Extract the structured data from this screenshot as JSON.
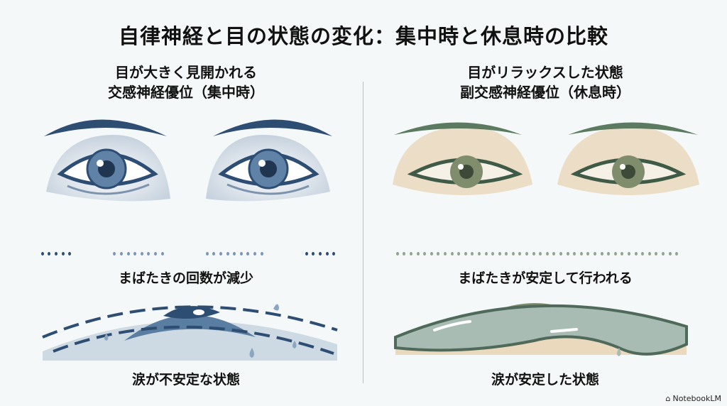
{
  "title": "自律神経と目の状態の変化：集中時と休息時の比較",
  "left": {
    "heading_line1": "目が大きく見開かれる",
    "heading_line2": "交感神経優位（集中時）",
    "blink_caption": "まばたきの回数が減少",
    "tear_caption": "涙が不安定な状態",
    "accent": "#2e4d72"
  },
  "right": {
    "heading_line1": "目がリラックスした状態",
    "heading_line2": "副交感神経優位（休息時）",
    "blink_caption": "まばたきが安定して行われる",
    "tear_caption": "涙が安定した状態",
    "accent": "#5c7a60"
  },
  "watermark": "NotebookLM"
}
